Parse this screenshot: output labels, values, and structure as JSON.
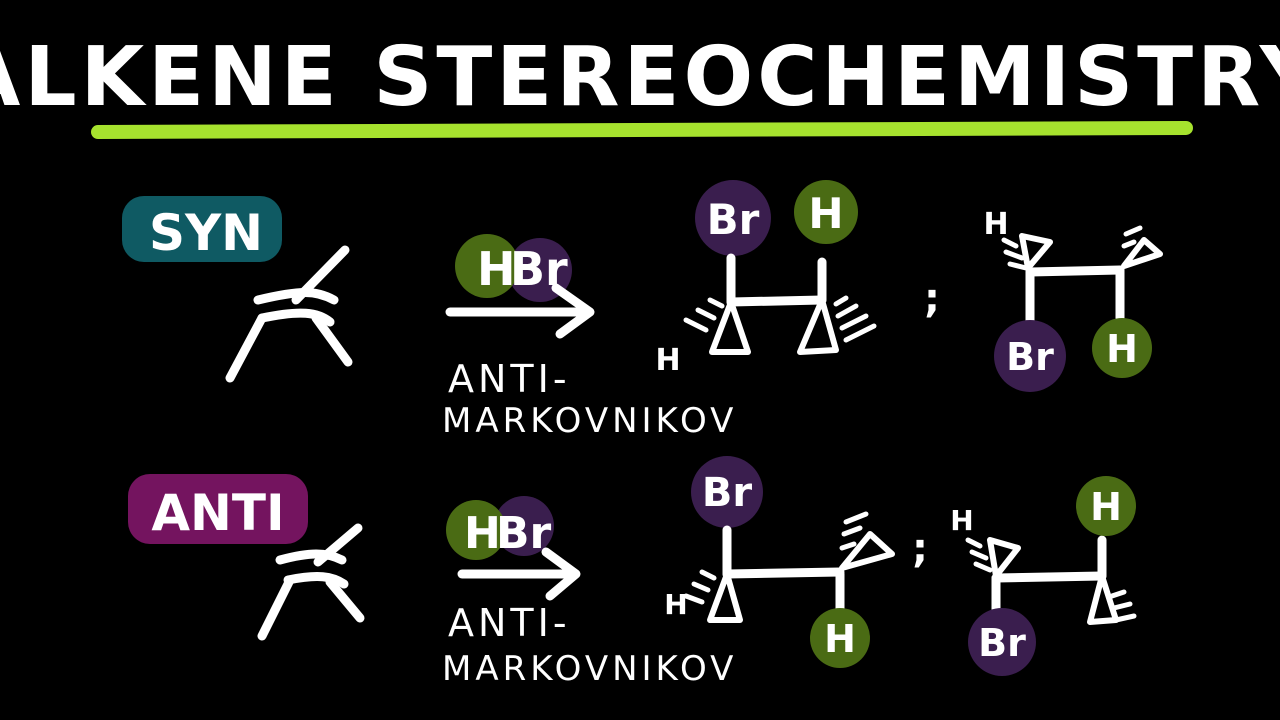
{
  "title": "ALKENE STEREOCHEMISTRY",
  "colors": {
    "background": "#000000",
    "underline": "#a6e22e",
    "syn_badge": "#0f5a63",
    "anti_badge": "#74145f",
    "br_circle": "#3a1e4e",
    "h_circle": "#4a6b14",
    "ink": "#ffffff"
  },
  "rows": [
    {
      "label": "SYN",
      "reagent": {
        "h": "H",
        "br": "Br"
      },
      "condition_line1": "ANTI-",
      "condition_line2": "MARKOVNIKOV",
      "product1": {
        "br": "Br",
        "h_top": "H",
        "h_small": "H"
      },
      "separator": ";",
      "product2": {
        "h_small": "H",
        "br": "Br",
        "h_bottom": "H"
      }
    },
    {
      "label": "ANTI",
      "reagent": {
        "h": "H",
        "br": "Br"
      },
      "condition_line1": "ANTI-",
      "condition_line2": "MARKOVNIKOV",
      "product1": {
        "br": "Br",
        "h_small": "H",
        "h_bottom": "H"
      },
      "separator": ";",
      "product2": {
        "h_small": "H",
        "h_top": "H",
        "br": "Br"
      }
    }
  ]
}
